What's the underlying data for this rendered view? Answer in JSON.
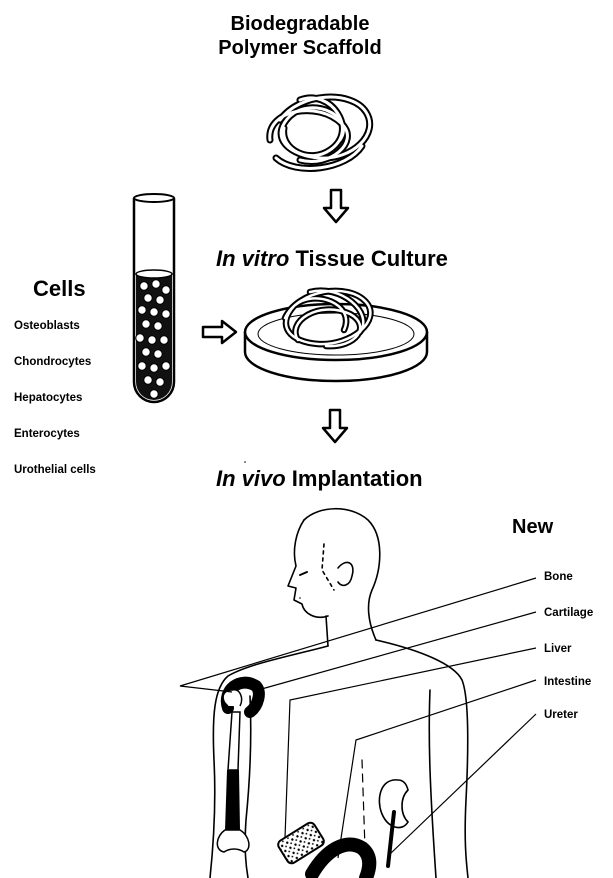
{
  "title": {
    "line1": "Biodegradable",
    "line2": "Polymer Scaffold"
  },
  "steps": {
    "in_vitro": {
      "italic": "In vitro",
      "rest": " Tissue Culture"
    },
    "in_vivo": {
      "italic": "In vivo",
      "rest": " Implantation"
    }
  },
  "cells": {
    "heading": "Cells",
    "items": [
      "Osteoblasts",
      "Chondrocytes",
      "Hepatocytes",
      "Enterocytes",
      "Urothelial cells"
    ]
  },
  "new_tissue": {
    "heading": "New",
    "items": [
      "Bone",
      "Cartilage",
      "Liver",
      "Intestine",
      "Ureter"
    ]
  },
  "colors": {
    "ink": "#000000",
    "paper": "#ffffff"
  },
  "icons": [
    "scaffold-icon",
    "test-tube-icon",
    "petri-dish-icon",
    "arrow-down-icon",
    "arrow-right-icon",
    "human-figure-icon",
    "bone-icon",
    "liver-icon",
    "intestine-icon",
    "kidney-ureter-icon"
  ]
}
